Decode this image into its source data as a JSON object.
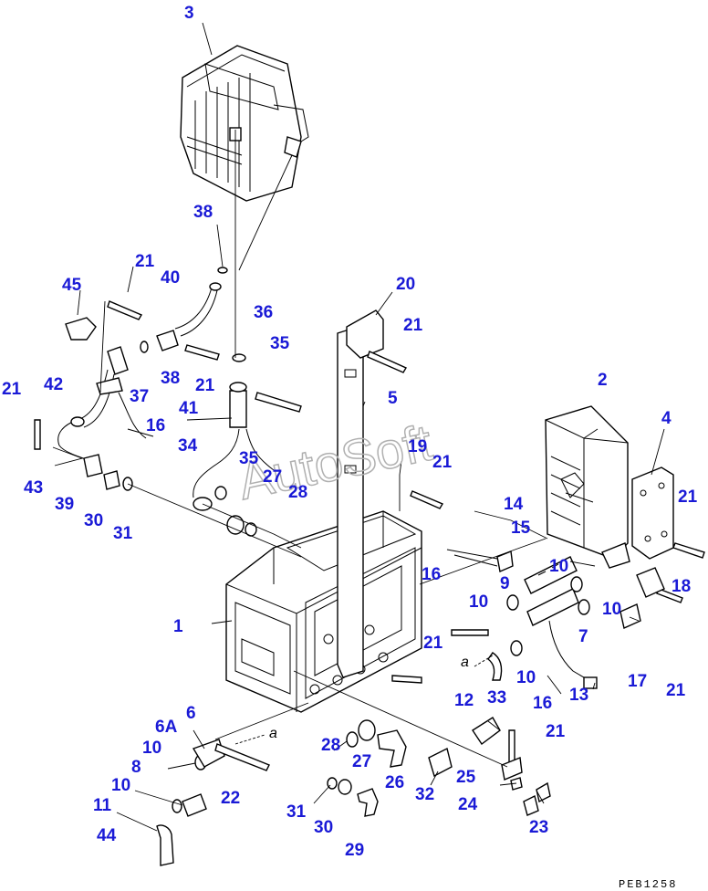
{
  "watermark": "AutoSoft",
  "drawing_code": "PEB1258",
  "ref_marks": [
    "a",
    "a"
  ],
  "callouts": [
    "3",
    "38",
    "21",
    "40",
    "45",
    "36",
    "35",
    "42",
    "37",
    "38",
    "21",
    "21",
    "41",
    "16",
    "34",
    "35",
    "27",
    "43",
    "39",
    "30",
    "31",
    "28",
    "20",
    "21",
    "5",
    "19",
    "21",
    "2",
    "4",
    "21",
    "14",
    "15",
    "16",
    "10",
    "9",
    "10",
    "10",
    "7",
    "18",
    "1",
    "21",
    "12",
    "33",
    "10",
    "16",
    "13",
    "17",
    "21",
    "6A",
    "6",
    "10",
    "8",
    "10",
    "11",
    "44",
    "22",
    "28",
    "27",
    "26",
    "32",
    "25",
    "21",
    "24",
    "23",
    "31",
    "30",
    "29"
  ],
  "colors": {
    "label": "#1a1ad6",
    "line": "#000000",
    "watermark": "#b0b0b0"
  }
}
